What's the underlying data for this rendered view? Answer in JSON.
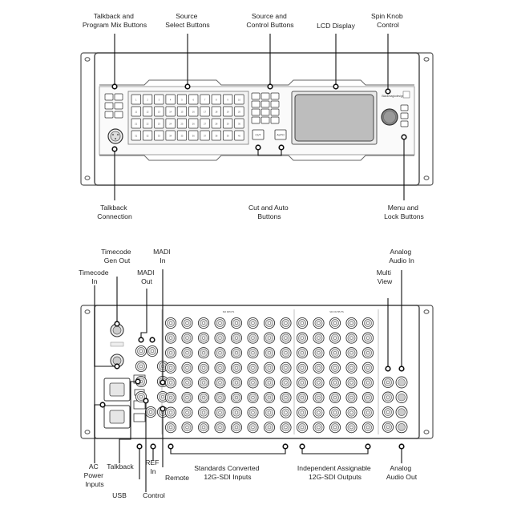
{
  "front_panel": {
    "labels": {
      "talkback_program_mix": [
        "Talkback and",
        "Program Mix Buttons"
      ],
      "source_select": [
        "Source",
        "Select Buttons"
      ],
      "source_control": [
        "Source and",
        "Control Buttons"
      ],
      "lcd_display": [
        "LCD Display"
      ],
      "spin_knob": [
        "Spin Knob",
        "Control"
      ],
      "talkback_connection": [
        "Talkback",
        "Connection"
      ],
      "cut_auto": [
        "Cut and Auto",
        "Buttons"
      ],
      "menu_lock": [
        "Menu and",
        "Lock Buttons"
      ]
    },
    "cut_button": "CUT",
    "auto_button": "AUTO",
    "brand": "Blackmagicdesign",
    "source_numbers": [
      "1",
      "2",
      "3",
      "4",
      "5",
      "6",
      "7",
      "8",
      "9",
      "10",
      "11",
      "12",
      "13",
      "14",
      "15",
      "16",
      "17",
      "18",
      "19",
      "20",
      "21",
      "22",
      "23",
      "24",
      "25",
      "26",
      "27",
      "28",
      "29",
      "30",
      "31",
      "32",
      "33",
      "34",
      "35",
      "36",
      "37",
      "38",
      "39",
      "40"
    ]
  },
  "rear_panel": {
    "labels": {
      "timecode_gen_out": [
        "Timecode",
        "Gen Out"
      ],
      "timecode_in": [
        "Timecode",
        "In"
      ],
      "madi_in": [
        "MADI",
        "In"
      ],
      "madi_out": [
        "MADI",
        "Out"
      ],
      "multi_view": [
        "Multi",
        "View"
      ],
      "analog_audio_in": [
        "Analog",
        "Audio In"
      ],
      "ac_power": [
        "AC",
        "Power",
        "Inputs"
      ],
      "talkback": [
        "Talkback"
      ],
      "usb": [
        "USB"
      ],
      "ref_in": [
        "REF",
        "In"
      ],
      "control": [
        "Control"
      ],
      "remote": [
        "Remote"
      ],
      "sdi_inputs": [
        "Standards Converted",
        "12G-SDI Inputs"
      ],
      "sdi_outputs": [
        "Independent Assignable",
        "12G-SDI Outputs"
      ],
      "analog_audio_out": [
        "Analog",
        "Audio Out"
      ]
    },
    "section_inputs": "SDI INPUTS",
    "section_outputs": "SDI OUTPUTS"
  }
}
